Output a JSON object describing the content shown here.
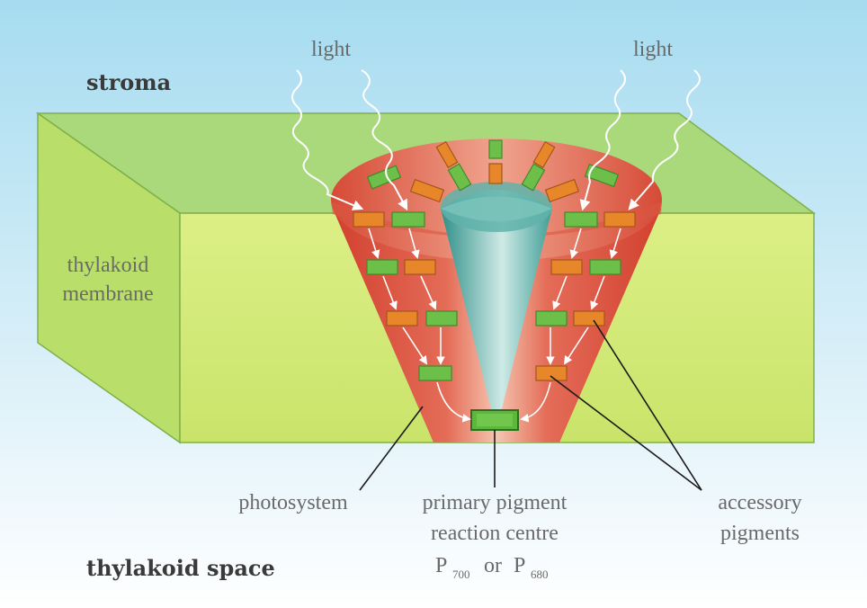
{
  "labels": {
    "light_left": "light",
    "light_right": "light",
    "stroma": "stroma",
    "thylakoid_membrane_line1": "thylakoid",
    "thylakoid_membrane_line2": "membrane",
    "photosystem": "photosystem",
    "reaction_centre_line1": "primary pigment",
    "reaction_centre_line2": "reaction centre",
    "p_letter_1": "P",
    "p_sub_1": "700",
    "or_word": "or",
    "p_letter_2": "P",
    "p_sub_2": "680",
    "accessory_line1": "accessory",
    "accessory_line2": "pigments",
    "thylakoid_space": "thylakoid space"
  },
  "colors": {
    "sky_top": "#a6dcf0",
    "sky_bottom": "#ffffff",
    "membrane_top": "#a9d97a",
    "membrane_front": "#d4ec7a",
    "membrane_side": "#b9df6a",
    "photosystem_red": "#d9483a",
    "photosystem_light": "#f2b6a0",
    "core_teal": "#4aa89f",
    "pigment_green": "#6cc04a",
    "pigment_orange": "#e8872a"
  }
}
